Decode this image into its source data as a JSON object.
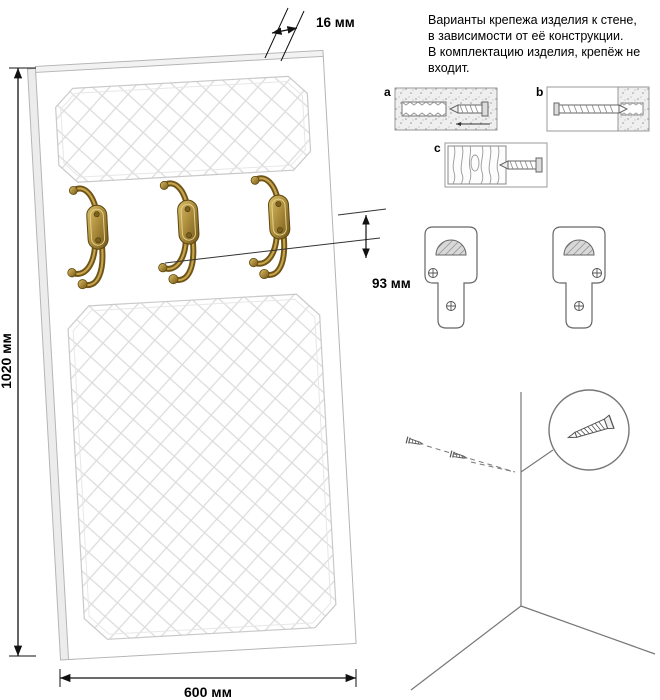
{
  "dimensions": {
    "height_label": "1020 мм",
    "width_label": "600 мм",
    "thickness_label": "16 мм",
    "hook_offset_label": "93 мм"
  },
  "note_text": "Варианты крепежа изделия к стене,\nв зависимости от её конструкции.\nВ комплектацию изделия, крепёж не\nвходит.",
  "fastener_options": [
    {
      "label": "a"
    },
    {
      "label": "b"
    },
    {
      "label": "c"
    }
  ],
  "colors": {
    "line_art": "#555555",
    "dimension": "#111111",
    "brass_light": "#c8a44a",
    "brass_dark": "#6e5418",
    "panel_outline": "#b5b5b5",
    "quilt_line": "#dcdcdc"
  }
}
